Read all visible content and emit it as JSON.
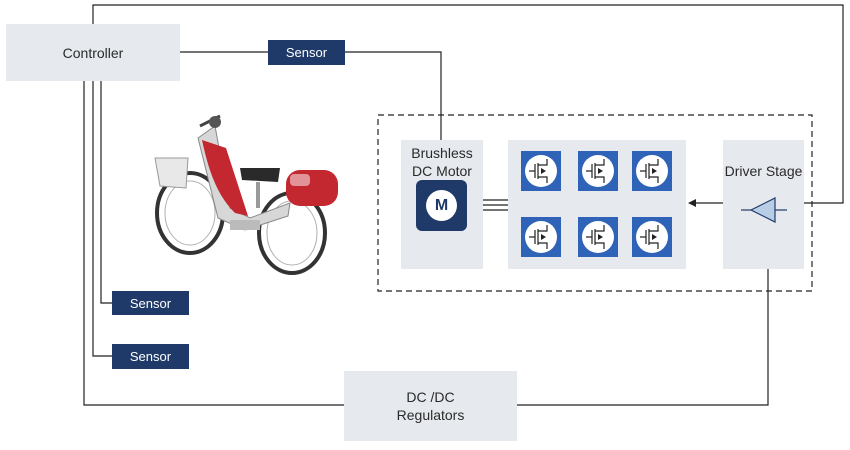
{
  "blocks": {
    "controller": "Controller",
    "dcdc_line1": "DC /DC",
    "dcdc_line2": "Regulators",
    "motor_line1": "Brushless",
    "motor_line2": "DC Motor",
    "motor_symbol": "M",
    "driver": "Driver Stage"
  },
  "sensors": [
    "Sensor",
    "Sensor",
    "Sensor"
  ],
  "colors": {
    "block_fill": "#e6eaef",
    "sensor_fill": "#1f3a68",
    "mosfet_fill": "#2f63b8",
    "wire": "#222222"
  },
  "images": {
    "ebike": "e-bike-illustration"
  }
}
